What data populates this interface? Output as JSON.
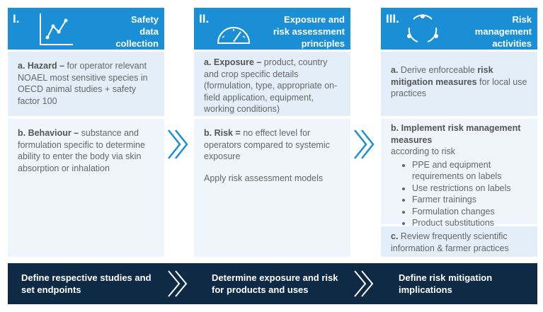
{
  "columns": [
    {
      "numeral": "I.",
      "title_line1": "Safety",
      "title_line2": "data",
      "title_line3": "collection",
      "icon": "line-chart-icon",
      "box_a_label": "a. Hazard –",
      "box_a_text": " for operator relevant NOAEL most sensitive species in OECD animal studies + safety factor 100",
      "box_b_label": "b. Behaviour –",
      "box_b_text": " substance and formulation specific to determine ability to enter the body via skin absorption or inhalation"
    },
    {
      "numeral": "II.",
      "title_line1": "Exposure and",
      "title_line2": "risk assessment",
      "title_line3": "principles",
      "icon": "gauge-icon",
      "box_a_label": "a. Exposure –",
      "box_a_text": " product, country and crop specific details (formulation, type, appropriate on-field application, equipment, working conditions)",
      "box_b_label": "b. Risk =",
      "box_b_text": " no effect level for operators compared to systemic exposure",
      "box_b_extra": "Apply risk assessment models"
    },
    {
      "numeral": "III.",
      "title_line1": "Risk",
      "title_line2": "management",
      "title_line3": "activities",
      "icon": "cycle-icon",
      "box_a_prefix": "a.",
      "box_a_pre": " Derive enforceable ",
      "box_a_bold": "risk mitigation measures",
      "box_a_post": " for local use practices",
      "box_b_label": "b. Implement risk management measures",
      "box_b_text": "according to risk",
      "bullets": [
        "PPE and equipment requirements on labels",
        "Use restrictions on labels",
        "Farmer trainings",
        "Formulation changes",
        "Product substitutions"
      ],
      "box_c_prefix": "c.",
      "box_c_text": " Review frequently scientific information & farmer practices"
    }
  ],
  "banner": {
    "item1": "Define respective studies and set endpoints",
    "item2": "Determine exposure and risk for products and uses",
    "item3": "Define risk mitigation implications"
  },
  "colors": {
    "header_blue": "#1a8fd6",
    "banner_navy": "#0f2a45",
    "box_light": "#e3eef8"
  }
}
